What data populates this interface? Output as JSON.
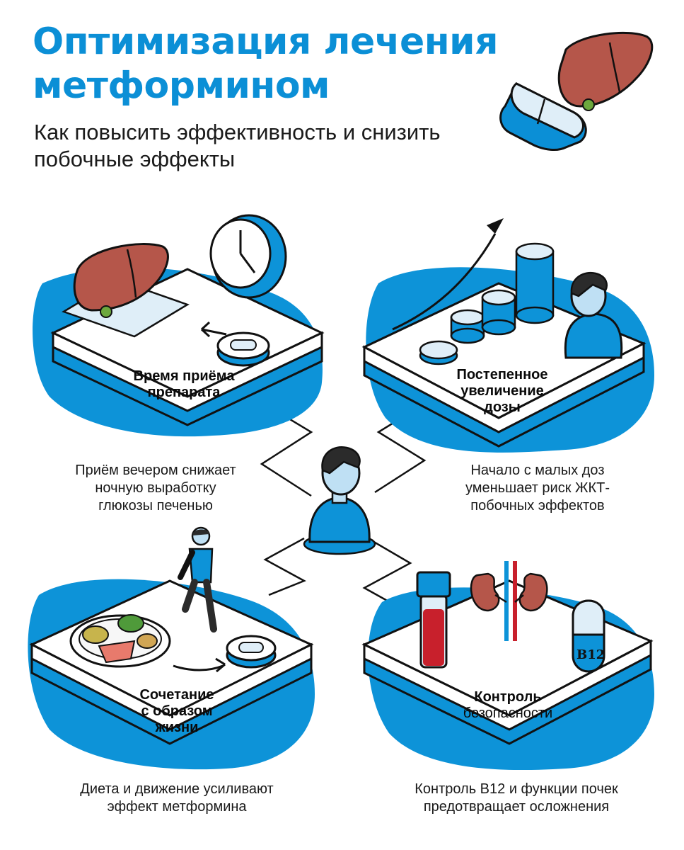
{
  "title_line1": "Оптимизация лечения",
  "title_line2": "метформином",
  "subtitle_line1": "Как повысить эффективность и снизить",
  "subtitle_line2": "побочные эффекты",
  "cards": {
    "timing": {
      "label_line1": "Время приёма",
      "label_line2": "препарата",
      "desc_line1": "Приём вечером снижает",
      "desc_line2": "ночную выработку",
      "desc_line3": "глюкозы печенью"
    },
    "dose": {
      "label_line1": "Постепенное",
      "label_line2": "увеличение",
      "label_line3": "дозы",
      "desc_line1": "Начало с малых доз",
      "desc_line2": "уменьшает риск ЖКТ-",
      "desc_line3": "побочных эффектов"
    },
    "lifestyle": {
      "label_line1": "Сочетание",
      "label_line2": "с образом",
      "label_line3": "жизни",
      "desc_line1": "Диета и движение усиливают",
      "desc_line2": "эффект метформина"
    },
    "safety": {
      "label_line1": "Контроль",
      "label_line2": "безопасности",
      "desc_line1": "Контроль B12 и функции почек",
      "desc_line2": "предотвращает осложнения"
    }
  },
  "b12_label": "B12",
  "colors": {
    "accent": "#0b8fd6",
    "blob": "#0d93d8",
    "liver": "#b5564a",
    "blood": "#c8202c",
    "pill_light": "#dfeef8"
  },
  "icons": [
    "liver-icon",
    "capsule-icon",
    "clock-icon",
    "arrow-icon",
    "pill-icon",
    "rising-arrow-icon",
    "pill-stack-icon",
    "person-icon",
    "walking-person-icon",
    "food-plate-icon",
    "test-tube-icon",
    "kidneys-icon",
    "b12-capsule-icon"
  ]
}
